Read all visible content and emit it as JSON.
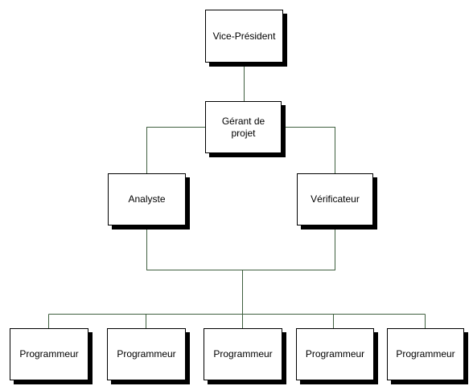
{
  "colors": {
    "box_fill": "#ffffff",
    "border": "#000000",
    "connector": "#3f5f3f"
  },
  "org_chart": {
    "top": {
      "label": "Vice-Président"
    },
    "manager": {
      "label": "Gérant de projet"
    },
    "leads": [
      {
        "label": "Analyste"
      },
      {
        "label": "Vérificateur"
      }
    ],
    "staff": [
      {
        "label": "Programmeur"
      },
      {
        "label": "Programmeur"
      },
      {
        "label": "Programmeur"
      },
      {
        "label": "Programmeur"
      },
      {
        "label": "Programmeur"
      }
    ]
  }
}
